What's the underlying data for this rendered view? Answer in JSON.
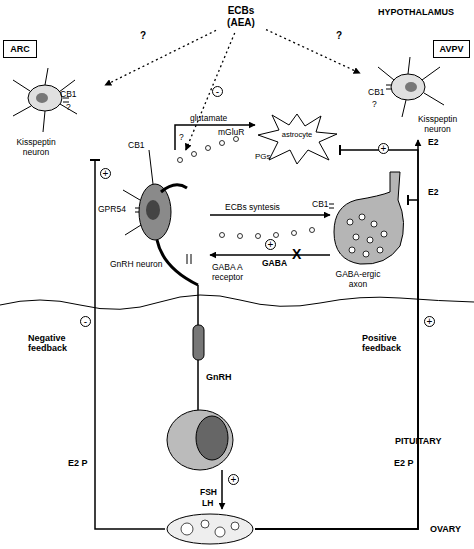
{
  "diagram": {
    "nodes": [
      {
        "text": [
          "ECBs (AEA)"
        ]
      },
      {
        "text": [
          "ARC"
        ]
      },
      {
        "text": [
          "AVPV"
        ]
      },
      {
        "text": [
          "Kisspeptin neuron"
        ]
      },
      {
        "text": [
          "Kisspeptin neuron"
        ]
      },
      {
        "text": [
          "astrocyte",
          "PGs"
        ]
      },
      {
        "text": [
          "GnRH neuron"
        ]
      },
      {
        "text": [
          "GABA-ergic axon"
        ]
      },
      {
        "text": [
          "OVARY"
        ]
      }
    ],
    "edges": [
      {
        "from": 0,
        "to": 3,
        "arrow": "to",
        "label": "?"
      },
      {
        "from": 0,
        "to": 4,
        "arrow": "to",
        "label": "?"
      },
      {
        "from": 0,
        "to": 6,
        "arrow": "to",
        "label": "-"
      },
      {
        "from": 6,
        "to": 5,
        "arrow": "to",
        "label": "glutamate"
      },
      {
        "from": 6,
        "to": 7,
        "arrow": "to",
        "label": "ECBs syntesis"
      },
      {
        "from": 7,
        "to": 6,
        "arrow": "to",
        "label": "GABA"
      },
      {
        "from": 8,
        "to": 3,
        "arrow": "to"
      },
      {
        "from": 8,
        "to": 4,
        "arrow": "to"
      },
      {
        "from": 8,
        "to": 5,
        "arrow": "to",
        "label": "E2"
      },
      {
        "from": 8,
        "to": 7,
        "arrow": "to",
        "label": "E2"
      }
    ],
    "labels": [
      "HYPOTHALAMUS",
      "CB1",
      "?",
      "+",
      "CB1",
      "?",
      "+",
      "mGluR",
      "?",
      "CB1",
      "GPR54",
      "GABA A receptor",
      "+",
      "X",
      "CB1",
      "Negative feedback",
      "-",
      "Positive feedback",
      "+",
      "GnRH",
      "PITUITARY",
      "+",
      "FSH",
      "LH",
      "E2 P",
      "E2 P"
    ]
  }
}
